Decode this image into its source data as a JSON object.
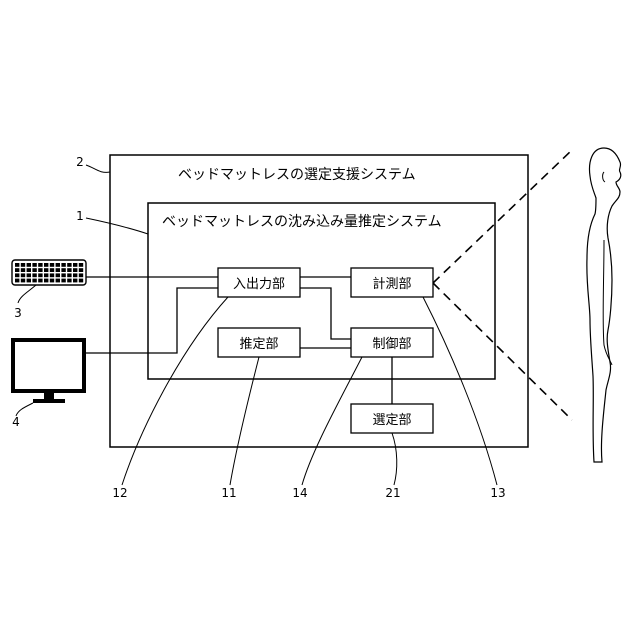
{
  "outer_system": {
    "title": "ベッドマットレスの選定支援システム",
    "ref": "2"
  },
  "inner_system": {
    "title": "ベッドマットレスの沈み込み量推定システム",
    "ref": "1"
  },
  "units": {
    "io": {
      "label": "入出力部",
      "ref": "12"
    },
    "measure": {
      "label": "計測部",
      "ref": "13"
    },
    "estimate": {
      "label": "推定部",
      "ref": "11"
    },
    "control": {
      "label": "制御部",
      "ref": "14"
    },
    "select": {
      "label": "選定部",
      "ref": "21"
    }
  },
  "devices": {
    "keyboard": {
      "ref": "3",
      "icon": "keyboard-icon"
    },
    "monitor": {
      "ref": "4",
      "icon": "monitor-icon"
    }
  },
  "subject": {
    "icon": "human-silhouette-icon"
  }
}
